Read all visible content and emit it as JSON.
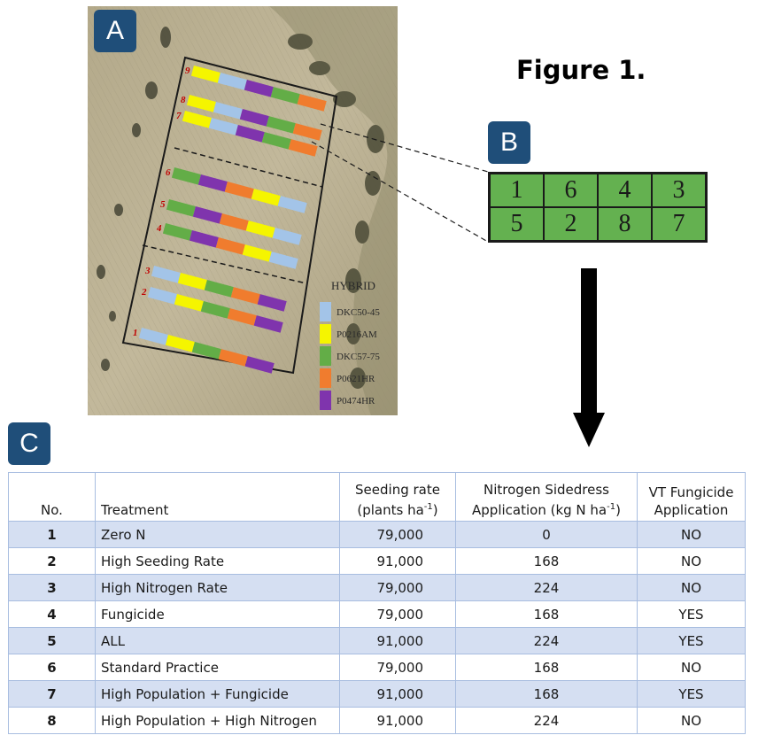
{
  "figure_title": "Figure 1.",
  "panels": {
    "a": "A",
    "b": "B",
    "c": "C"
  },
  "field_map": {
    "row_numbers": [
      "9",
      "8",
      "7",
      "6",
      "5",
      "4",
      "3",
      "2",
      "1"
    ],
    "legend_title": "HYBRID",
    "hybrids": [
      {
        "name": "DKC50-45",
        "color": "#a3c4e8"
      },
      {
        "name": "P0216AM",
        "color": "#f5f500"
      },
      {
        "name": "DKC57-75",
        "color": "#63ad47"
      },
      {
        "name": "P0621HR",
        "color": "#f07c2e"
      },
      {
        "name": "P0474HR",
        "color": "#7f34ad"
      }
    ]
  },
  "plot_layout": {
    "cells": [
      "1",
      "6",
      "4",
      "3",
      "5",
      "2",
      "8",
      "7"
    ],
    "fill_color": "#64b150"
  },
  "table": {
    "headers": {
      "no": "No.",
      "treatment": "Treatment",
      "seeding_l1": "Seeding rate",
      "seeding_l2": "(plants ha",
      "seeding_sup": "-1",
      "seeding_end": ")",
      "nitro_l1": "Nitrogen Sidedress",
      "nitro_l2": "Application (kg N ha",
      "nitro_sup": "-1",
      "nitro_end": ")",
      "fung_l1": "VT Fungicide",
      "fung_l2": "Application"
    },
    "rows": [
      {
        "no": "1",
        "treatment": "Zero N",
        "seeding": "79,000",
        "nitrogen": "0",
        "fungicide": "NO"
      },
      {
        "no": "2",
        "treatment": "High Seeding Rate",
        "seeding": "91,000",
        "nitrogen": "168",
        "fungicide": "NO"
      },
      {
        "no": "3",
        "treatment": "High Nitrogen Rate",
        "seeding": "79,000",
        "nitrogen": "224",
        "fungicide": "NO"
      },
      {
        "no": "4",
        "treatment": "Fungicide",
        "seeding": "79,000",
        "nitrogen": "168",
        "fungicide": "YES"
      },
      {
        "no": "5",
        "treatment": "ALL",
        "seeding": "91,000",
        "nitrogen": "224",
        "fungicide": "YES"
      },
      {
        "no": "6",
        "treatment": "Standard Practice",
        "seeding": "79,000",
        "nitrogen": "168",
        "fungicide": "NO"
      },
      {
        "no": "7",
        "treatment": "High Population + Fungicide",
        "seeding": "91,000",
        "nitrogen": "168",
        "fungicide": "YES"
      },
      {
        "no": "8",
        "treatment": "High Population + High Nitrogen",
        "seeding": "91,000",
        "nitrogen": "224",
        "fungicide": "NO"
      }
    ]
  }
}
